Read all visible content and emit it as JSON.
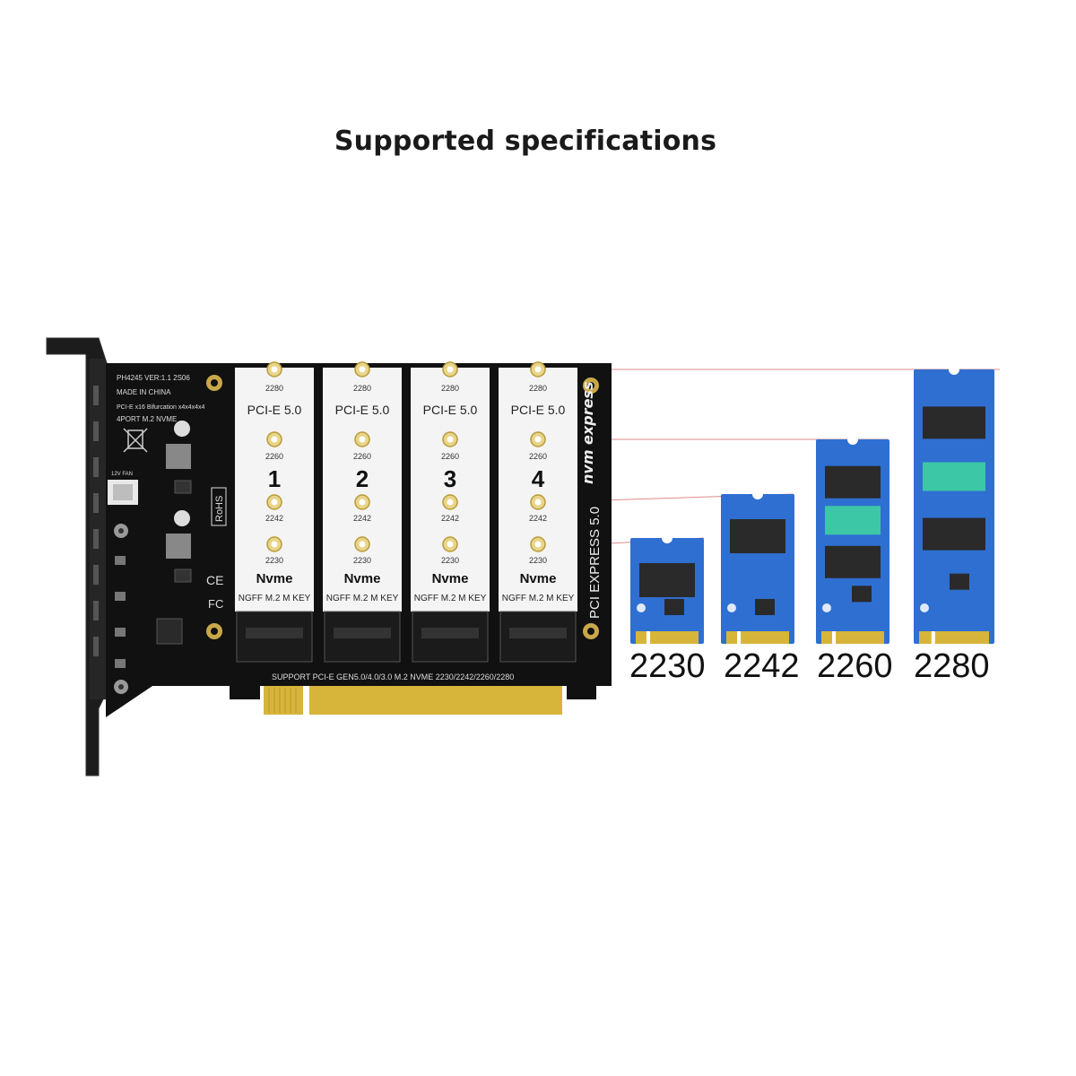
{
  "title": "Supported specifications",
  "board": {
    "model": "PH4245  VER:1.1  2S06",
    "made_in": "MADE IN CHINA",
    "bifurcation": "PCI-E x16 Bifurcation x4x4x4x4",
    "ports": "4PORT M.2 NVME",
    "fan_label": "12V FAN",
    "rohs": "RoHS",
    "support_text": "SUPPORT PCI-E GEN5.0/4.0/3.0    M.2 NVME 2230/2242/2260/2280",
    "nvme_logo": "nvm express",
    "pcie_logo": "PCI EXPRESS 5.0",
    "slots": [
      {
        "number": "1",
        "pcie": "PCI-E 5.0",
        "nvme": "Nvme",
        "key": "NGFF M.2 M KEY",
        "marks": [
          "2280",
          "2260",
          "2242",
          "2230"
        ]
      },
      {
        "number": "2",
        "pcie": "PCI-E 5.0",
        "nvme": "Nvme",
        "key": "NGFF M.2 M KEY",
        "marks": [
          "2280",
          "2260",
          "2242",
          "2230"
        ]
      },
      {
        "number": "3",
        "pcie": "PCI-E 5.0",
        "nvme": "Nvme",
        "key": "NGFF M.2 M KEY",
        "marks": [
          "2280",
          "2260",
          "2242",
          "2230"
        ]
      },
      {
        "number": "4",
        "pcie": "PCI-E 5.0",
        "nvme": "Nvme",
        "key": "NGFF M.2 M KEY",
        "marks": [
          "2280",
          "2260",
          "2242",
          "2230"
        ]
      }
    ]
  },
  "ssd_sizes": [
    "2230",
    "2242",
    "2260",
    "2280"
  ],
  "colors": {
    "pcb": "#111111",
    "slot_label": "#f4f4f4",
    "ssd": "#2f6fd1",
    "gold": "#d7b53a",
    "guide_line": "#e08a8a"
  }
}
